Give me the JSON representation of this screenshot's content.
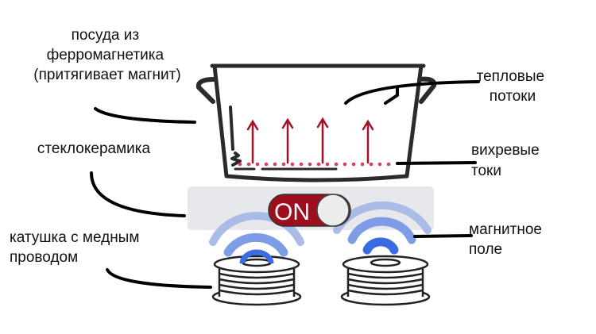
{
  "labels": {
    "cookware": [
      "посуда из",
      "ферромагнетика",
      "(притягивает магнит)"
    ],
    "glass_ceramic": [
      "стеклокерамика"
    ],
    "coil": [
      "катушка с медным",
      "проводом"
    ],
    "heat_flows": [
      "тепловые",
      "потоки"
    ],
    "eddy_currents": [
      "вихревые",
      "токи"
    ],
    "magnetic_field": [
      "магнитное",
      "поле"
    ]
  },
  "switch": {
    "label": "ON"
  },
  "colors": {
    "heat": "#a4122a",
    "eddy": "#d8405e",
    "field": "#3b6be0",
    "switch": "#9e0f1e",
    "panel": "#e6e8ec"
  }
}
